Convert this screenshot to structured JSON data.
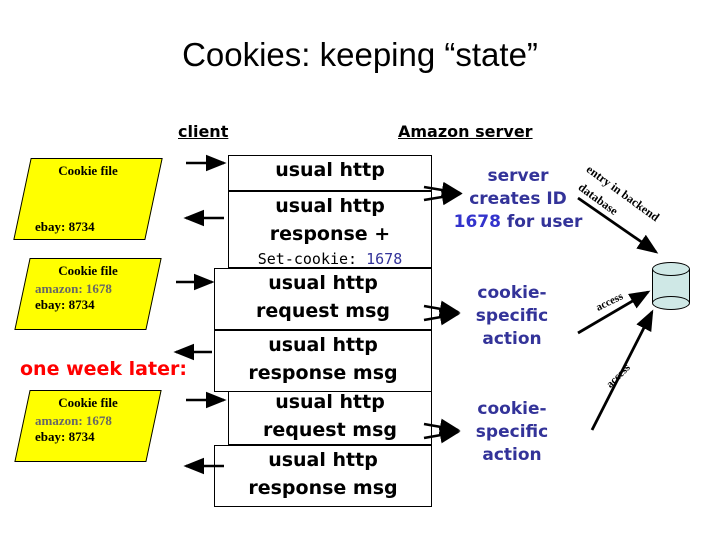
{
  "slide": {
    "title": "Cookies: keeping “state”",
    "background_color": "#ffffff"
  },
  "columns": {
    "client_label": "client",
    "server_label": "Amazon server"
  },
  "cookie_files": [
    {
      "title": "Cookie file",
      "lines": [
        {
          "text": "ebay: 8734",
          "color": "#000000"
        }
      ]
    },
    {
      "title": "Cookie file",
      "lines": [
        {
          "text": "amazon: 1678",
          "color": "#666666"
        },
        {
          "text": "ebay: 8734",
          "color": "#000000"
        }
      ]
    },
    {
      "title": "Cookie file",
      "lines": [
        {
          "text": "amazon: 1678",
          "color": "#666666"
        },
        {
          "text": "ebay: 8734",
          "color": "#000000"
        }
      ]
    }
  ],
  "annotations": {
    "one_week_later": "one week later:",
    "one_week_later_color": "#ff0000"
  },
  "messages": [
    {
      "id": "box-1",
      "lines": [
        "usual http"
      ]
    },
    {
      "id": "box-2",
      "lines": [
        "usual http",
        "response +"
      ],
      "mono_line": {
        "prefix": "Set-cookie: ",
        "value": "1678",
        "value_color": "#333399"
      }
    },
    {
      "id": "box-3",
      "lines": [
        "usual http",
        "request msg"
      ]
    },
    {
      "id": "box-4",
      "lines": [
        "usual http",
        "response msg"
      ]
    },
    {
      "id": "box-5",
      "lines": [
        "usual http",
        "request msg"
      ]
    },
    {
      "id": "box-6",
      "lines": [
        "usual http",
        "response msg"
      ]
    }
  ],
  "server_notes": [
    {
      "id": "server-create",
      "line1": "server",
      "line2": "creates ID",
      "line3_prefix": "1678",
      "line3_suffix": " for user",
      "color": "#333399"
    },
    {
      "id": "cookie-action-1",
      "line1": "cookie-",
      "line2": "specific",
      "line3": "action",
      "color": "#333399"
    },
    {
      "id": "cookie-action-2",
      "line1": "cookie-",
      "line2": "specific",
      "line3": "action",
      "color": "#333399"
    }
  ],
  "diagram_labels": {
    "entry_line1": "entry in backend",
    "entry_line2": "database",
    "access_1": "access",
    "access_2": "access"
  },
  "database": {
    "name": "backend-database",
    "fill_color": "#cfe8e6"
  }
}
